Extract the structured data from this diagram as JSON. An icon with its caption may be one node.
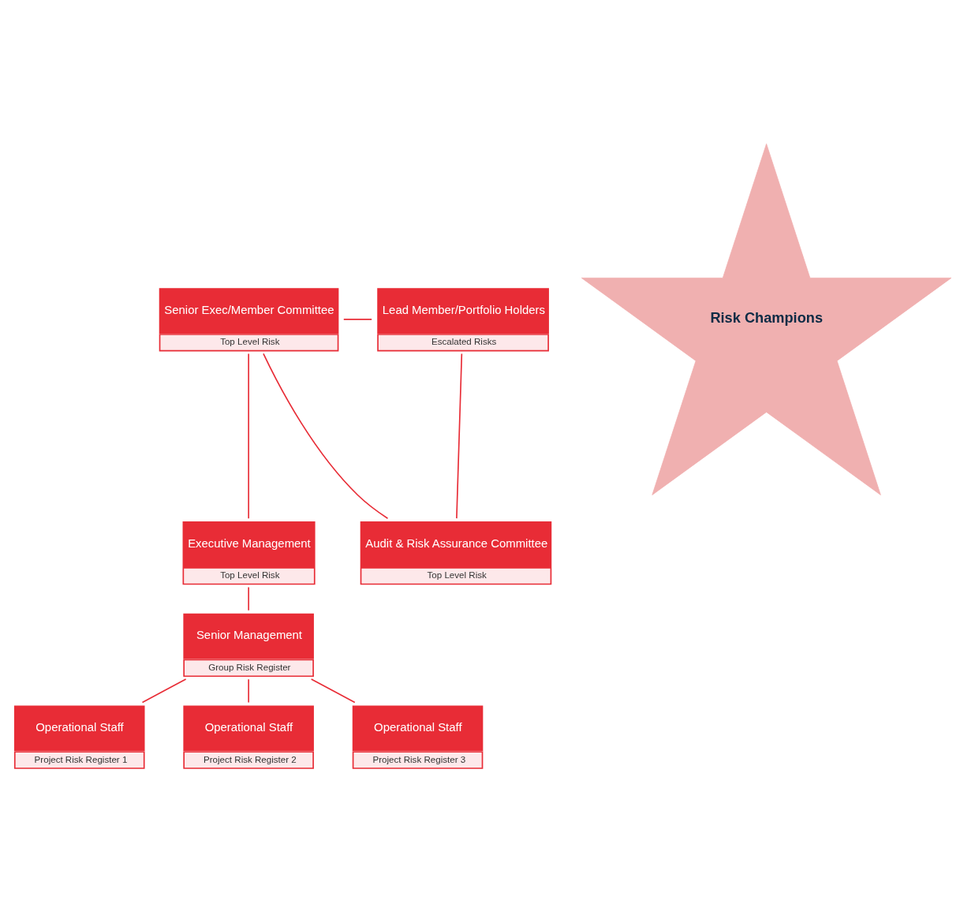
{
  "diagram": {
    "nodes": [
      {
        "text": [
          "Senior Exec/Member Committee",
          "Top Level Risk"
        ]
      },
      {
        "text": [
          "Lead Member/Portfolio Holders",
          "Escalated Risks"
        ]
      },
      {
        "text": [
          "Audit & Risk Assurance Committee",
          "Top Level Risk"
        ]
      },
      {
        "text": [
          "Executive Management",
          "Top Level Risk"
        ]
      },
      {
        "text": [
          "Senior Management",
          "Group Risk Register"
        ]
      },
      {
        "text": [
          "Operational Staff",
          "Project Risk Register 1"
        ]
      },
      {
        "text": [
          "Operational Staff",
          "Project Risk Register 2"
        ]
      },
      {
        "text": [
          "Operational Staff",
          "Project Risk Register 3"
        ]
      },
      {
        "text": [
          "Risk Champions"
        ]
      }
    ],
    "edges": [
      {
        "from": 0,
        "to": 1,
        "arrow": "none"
      },
      {
        "from": 1,
        "to": 2,
        "arrow": "none"
      },
      {
        "from": 0,
        "to": 2,
        "arrow": "none"
      },
      {
        "from": 0,
        "to": 3,
        "arrow": "none"
      },
      {
        "from": 3,
        "to": 4,
        "arrow": "none"
      },
      {
        "from": 4,
        "to": 5,
        "arrow": "none"
      },
      {
        "from": 4,
        "to": 6,
        "arrow": "none"
      },
      {
        "from": 4,
        "to": 7,
        "arrow": "none"
      }
    ]
  }
}
